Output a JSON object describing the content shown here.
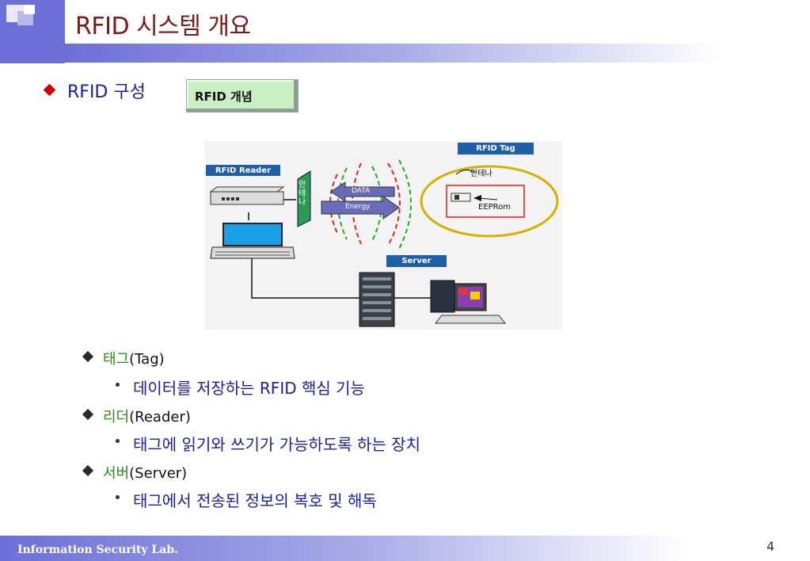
{
  "slide": {
    "title": "RFID 시스템 개요",
    "subheading": "RFID 구성",
    "concept_button": "RFID 개념",
    "footer": "Information Security Lab.",
    "page_number": "4"
  },
  "diagram": {
    "reader_label": "RFID Reader",
    "tag_label": "RFID Tag",
    "server_label": "Server",
    "antenna_text": "안테나",
    "antenna_tag_text": "안테나",
    "data_arrow": "DATA",
    "energy_arrow": "Energy",
    "eeprom": "EEPRom"
  },
  "bullets": [
    {
      "term_ko": "태그",
      "term_en": "(Tag)",
      "desc": "데이터를 저장하는 RFID 핵심 기능"
    },
    {
      "term_ko": "리더",
      "term_en": "(Reader)",
      "desc": "태그에 읽기와 쓰기가 가능하도록 하는 장치"
    },
    {
      "term_ko": "서버",
      "term_en": "(Server)",
      "desc": "태그에서 전송된 정보의 복호 및 해독"
    }
  ],
  "colors": {
    "title": "#7a1a1a",
    "accent_blue": "#1c1c9c",
    "header_band": "#6c6fd6",
    "label_blue": "#1f5fa6",
    "concept_green": "#c9efc2",
    "term_green": "#2a8a16"
  }
}
